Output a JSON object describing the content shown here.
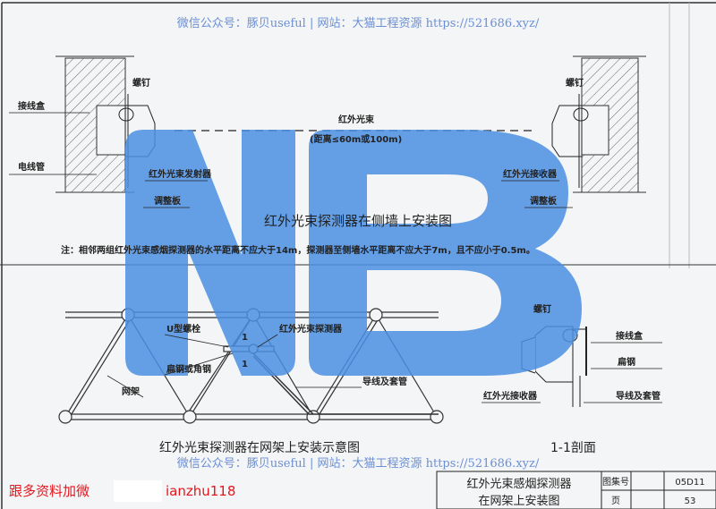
{
  "watermark": {
    "top": "微信公众号：豚贝useful | 网站：大猫工程资源 https://521686.xyz/",
    "bottom": "微信公众号：豚贝useful | 网站：大猫工程资源 https://521686.xyz/",
    "logo": "NB",
    "logo_color": "#4a8fe3"
  },
  "wall_view": {
    "beam_label": "红外光束",
    "beam_distance": "(距离≤60m或100m)",
    "screw_left": "螺钉",
    "screw_right": "螺钉",
    "junction_box": "接线盒",
    "conduit": "电线管",
    "emitter": "红外光束发射器",
    "adjust_plate_left": "调整板",
    "receiver": "红外光接收器",
    "adjust_plate_right": "调整板",
    "title": "红外光束探测器在侧墙上安装图",
    "note": "注：相邻两组红外光束感烟探测器的水平距离不应大于14m，探测器至侧墙水平距离不应大于7m，且不应小于0.5m。"
  },
  "truss_view": {
    "u_bolt": "U型螺栓",
    "detector": "红外光束探测器",
    "flat_or_angle_steel": "扁钢或角钢",
    "truss": "网架",
    "wire_conduit": "导线及套管",
    "section_mark": "1",
    "title": "红外光束探测器在网架上安装示意图"
  },
  "section_view": {
    "screw": "螺钉",
    "junction_box": "接线盒",
    "flat_steel": "扁钢",
    "receiver": "红外光接收器",
    "wire_conduit": "导线及套管",
    "title": "1-1剖面"
  },
  "title_block": {
    "title_line1": "红外光束感烟探测器",
    "title_line2": "在网架上安装图",
    "atlas_label": "图集号",
    "atlas_value": "05D11",
    "page_label": "页",
    "page_value": "53"
  },
  "promo": {
    "text_left": "跟多资料加微",
    "text_right": "ianzhu118"
  }
}
